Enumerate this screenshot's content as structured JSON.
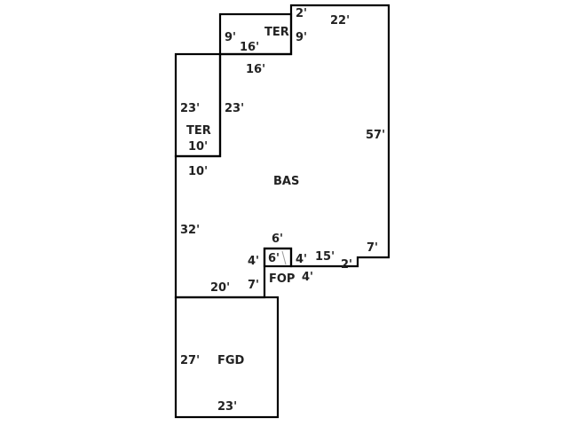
{
  "areas": {
    "bas": "BAS",
    "ter_top": "TER",
    "ter_left": "TER",
    "ter_left_sub": "10'",
    "fop": "FOP",
    "fgd": "FGD"
  },
  "dimensions": {
    "bas_top_2": "2'",
    "bas_top_22": "22'",
    "ter_top_left_9": "9'",
    "ter_top_16": "16'",
    "ter_top_right_9": "9'",
    "bas_16": "16'",
    "ter_left_23": "23'",
    "bas_left_23": "23'",
    "bas_right_57": "57'",
    "bas_10": "10'",
    "bas_32": "32'",
    "fop_top_6": "6'",
    "fop_left_4": "4'",
    "fop_inner_6": "6'",
    "fop_inner_4": "4'",
    "fop_right_4": "4'",
    "bas_15": "15'",
    "bas_2": "2'",
    "bas_7": "7'",
    "bas_20": "20'",
    "bas_fop_7": "7'",
    "fgd_27": "27'",
    "fgd_23": "23'"
  }
}
